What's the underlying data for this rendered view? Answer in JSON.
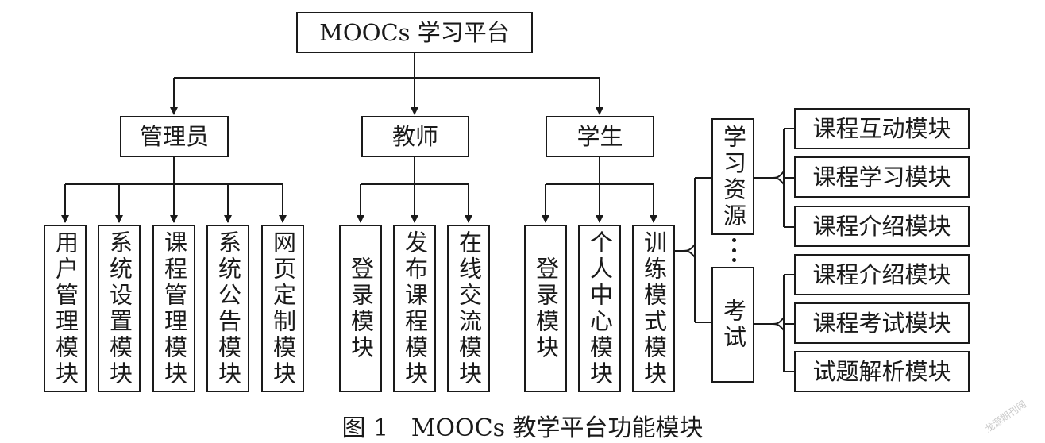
{
  "root": "MOOCs 学习平台",
  "roles": {
    "admin": "管理员",
    "teacher": "教师",
    "student": "学生"
  },
  "admin_modules": [
    "用户管理模块",
    "系统设置模块",
    "课程管理模块",
    "系统公告模块",
    "网页定制模块"
  ],
  "teacher_modules": [
    "登录模块",
    "发布课程模块",
    "在线交流模块"
  ],
  "student_modules": [
    "登录模块",
    "个人中心模块",
    "训练模式模块"
  ],
  "training": {
    "learning_resources": "学习资源",
    "exam": "考试",
    "resource_modules": [
      "课程互动模块",
      "课程学习模块",
      "课程介绍模块"
    ],
    "exam_modules": [
      "课程介绍模块",
      "课程考试模块",
      "试题解析模块"
    ]
  },
  "caption": "图 1   MOOCs 教学平台功能模块",
  "watermark": "龙源期刊网",
  "colors": {
    "line": "#1a1a1a",
    "background": "#ffffff"
  }
}
